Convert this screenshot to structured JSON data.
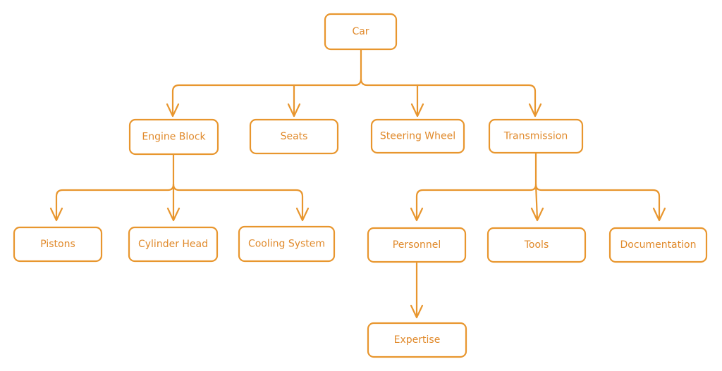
{
  "diagram": {
    "accent_color": "#e8962e",
    "nodes": {
      "car": "Car",
      "engine_block": "Engine Block",
      "seats": "Seats",
      "steering_wheel": "Steering Wheel",
      "transmission": "Transmission",
      "pistons": "Pistons",
      "cylinder_head": "Cylinder Head",
      "cooling_system": "Cooling System",
      "personnel": "Personnel",
      "tools": "Tools",
      "documentation": "Documentation",
      "expertise": "Expertise"
    },
    "edges": [
      {
        "from": "car",
        "to": "engine_block"
      },
      {
        "from": "car",
        "to": "seats"
      },
      {
        "from": "car",
        "to": "steering_wheel"
      },
      {
        "from": "car",
        "to": "transmission"
      },
      {
        "from": "engine_block",
        "to": "pistons"
      },
      {
        "from": "engine_block",
        "to": "cylinder_head"
      },
      {
        "from": "engine_block",
        "to": "cooling_system"
      },
      {
        "from": "transmission",
        "to": "personnel"
      },
      {
        "from": "transmission",
        "to": "tools"
      },
      {
        "from": "transmission",
        "to": "documentation"
      },
      {
        "from": "personnel",
        "to": "expertise"
      }
    ]
  }
}
